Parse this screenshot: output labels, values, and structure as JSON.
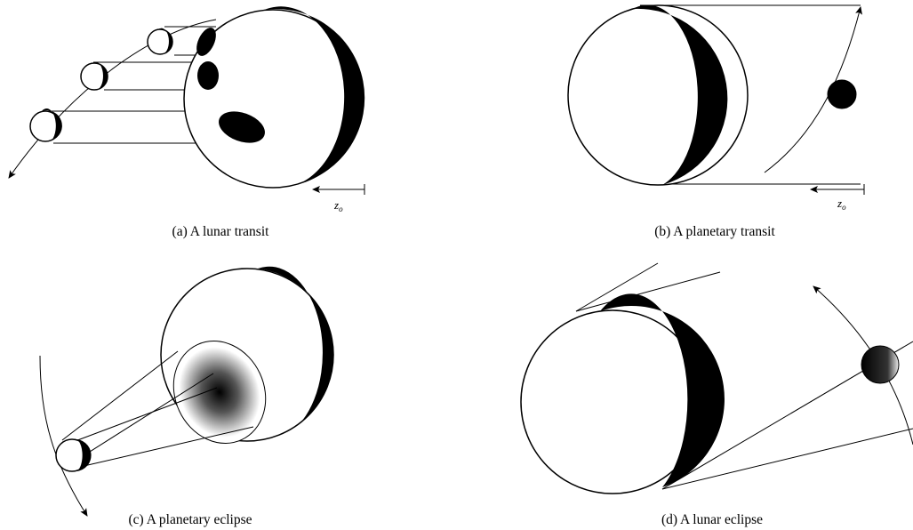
{
  "panels": [
    {
      "id": "a",
      "caption": "(a) A lunar transit",
      "axis_label": "z",
      "axis_subscript": "o"
    },
    {
      "id": "b",
      "caption": "(b) A planetary transit",
      "axis_label": "z",
      "axis_subscript": "o"
    },
    {
      "id": "c",
      "caption": "(c) A planetary eclipse"
    },
    {
      "id": "d",
      "caption": "(d) A lunar eclipse"
    }
  ],
  "colors": {
    "ink": "#000000",
    "paper": "#ffffff",
    "shadow": "#000000"
  }
}
